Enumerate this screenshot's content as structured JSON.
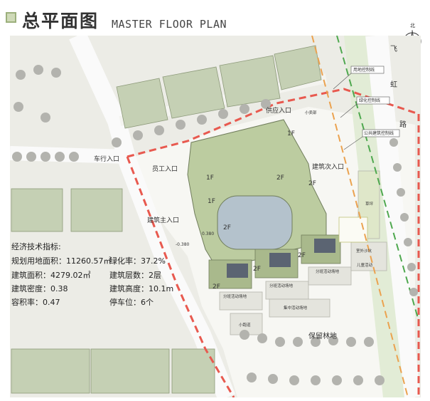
{
  "header": {
    "title_cn": "总平面图",
    "title_en": "MASTER FLOOR PLAN"
  },
  "north": {
    "label": "北"
  },
  "roads": {
    "fei": "飞",
    "hong": "虹",
    "lu": "路"
  },
  "labels": {
    "gonghuo": "供应入口",
    "chexing": "车行入口",
    "yuangong": "员工入口",
    "jianzhuzhu": "建筑主入口",
    "jianzhuci": "建筑次入口",
    "baoliu": "保留林地",
    "elev_a": "-0.380",
    "elev_b": "0.380"
  },
  "callouts": [
    "用地控制线",
    "绿化控制线",
    "公共建筑控制线"
  ],
  "floors": {
    "f1": "1F",
    "f2": "2F"
  },
  "rooms": {
    "xiaoshoubu": "小卖部",
    "lawn": "草坪",
    "sandpit": "室外沙坑",
    "kids": "儿童活动",
    "zone1": "分班活动场地",
    "zone2": "分班活动场地",
    "zone3": "分班活动场地",
    "common": "集中活动场地",
    "track": "小跑道"
  },
  "stats": {
    "heading": "经济技术指标:",
    "land_area": "规划用地面积：11260.57㎡",
    "green_rate": "绿化率：37.2%",
    "build_area": "建筑面积：4279.02㎡",
    "floors": "建筑层数：2层",
    "density": "建筑密度：0.38",
    "height": "建筑高度：10.1m",
    "far": "容积率：0.47",
    "parking": "停车位：6个"
  },
  "colors": {
    "building": "#bccca0",
    "red_line": "#e8594f",
    "orange_line": "#eba24f",
    "green_line": "#4ea84e",
    "tree": "#b3b3ae"
  }
}
